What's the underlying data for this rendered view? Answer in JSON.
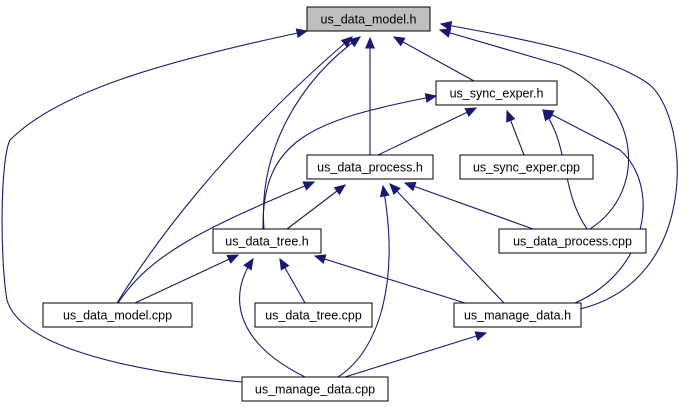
{
  "diagram": {
    "root": "us_data_model.h",
    "nodes": {
      "model_h": {
        "label": "us_data_model.h",
        "highlighted": true
      },
      "sync_h": {
        "label": "us_sync_exper.h"
      },
      "process_h": {
        "label": "us_data_process.h"
      },
      "sync_cpp": {
        "label": "us_sync_exper.cpp"
      },
      "tree_h": {
        "label": "us_data_tree.h"
      },
      "proc_cpp": {
        "label": "us_data_process.cpp"
      },
      "model_cpp": {
        "label": "us_data_model.cpp"
      },
      "tree_cpp": {
        "label": "us_data_tree.cpp"
      },
      "manage_h": {
        "label": "us_manage_data.h"
      },
      "manage_cpp": {
        "label": "us_manage_data.cpp"
      }
    },
    "edges": [
      {
        "from": "sync_h",
        "to": "model_h"
      },
      {
        "from": "process_h",
        "to": "model_h"
      },
      {
        "from": "tree_h",
        "to": "model_h"
      },
      {
        "from": "model_cpp",
        "to": "model_h"
      },
      {
        "from": "proc_cpp",
        "to": "model_h"
      },
      {
        "from": "manage_h",
        "to": "model_h"
      },
      {
        "from": "manage_cpp",
        "to": "model_h"
      },
      {
        "from": "process_h",
        "to": "sync_h"
      },
      {
        "from": "sync_cpp",
        "to": "sync_h"
      },
      {
        "from": "tree_h",
        "to": "sync_h"
      },
      {
        "from": "proc_cpp",
        "to": "sync_h"
      },
      {
        "from": "manage_h",
        "to": "sync_h"
      },
      {
        "from": "tree_h",
        "to": "process_h"
      },
      {
        "from": "model_cpp",
        "to": "process_h"
      },
      {
        "from": "proc_cpp",
        "to": "process_h"
      },
      {
        "from": "manage_h",
        "to": "process_h"
      },
      {
        "from": "manage_cpp",
        "to": "process_h"
      },
      {
        "from": "model_cpp",
        "to": "tree_h"
      },
      {
        "from": "tree_cpp",
        "to": "tree_h"
      },
      {
        "from": "manage_h",
        "to": "tree_h"
      },
      {
        "from": "manage_cpp",
        "to": "tree_h"
      },
      {
        "from": "manage_cpp",
        "to": "manage_h"
      }
    ],
    "colors": {
      "edge": "#191970",
      "node_fill": "#ffffff",
      "highlight_fill": "#bfbfbf",
      "border": "#000000"
    }
  }
}
